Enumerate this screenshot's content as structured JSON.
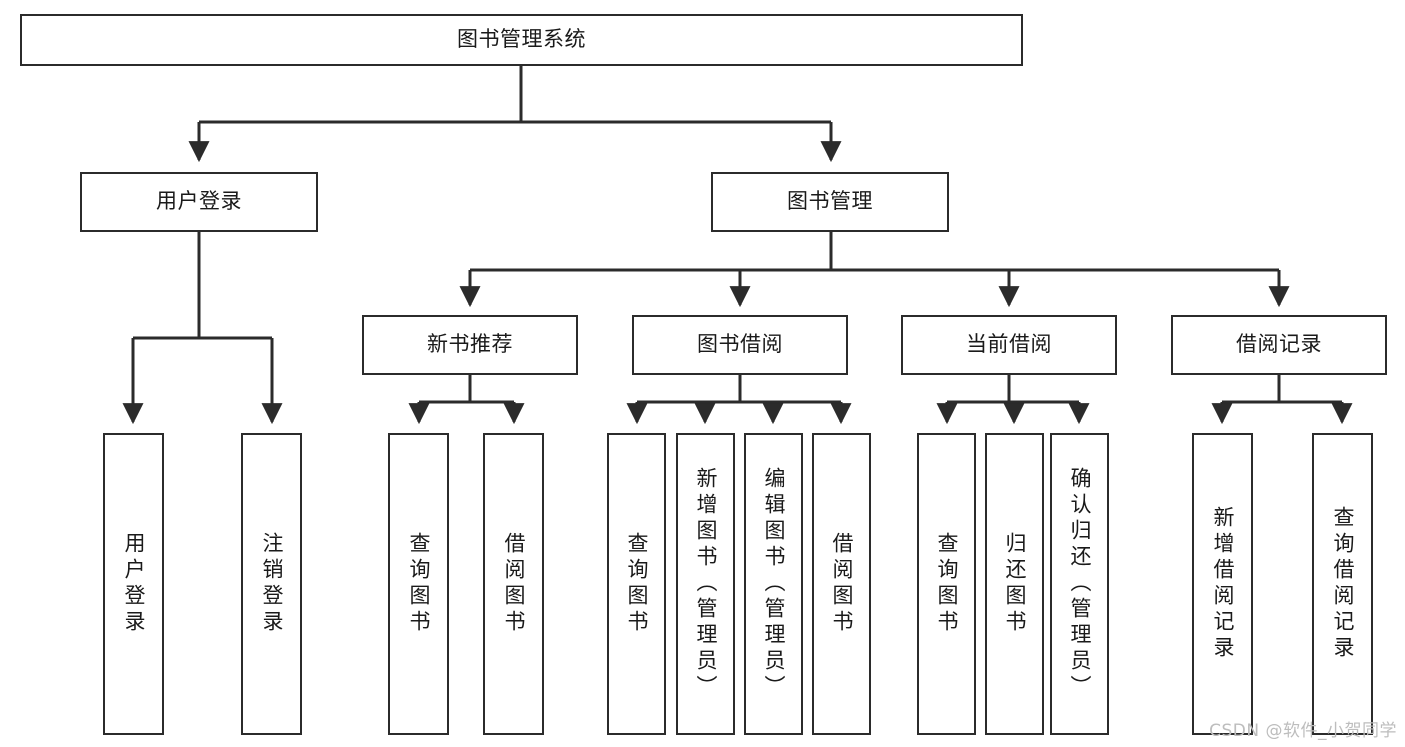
{
  "diagram": {
    "title_box": {
      "label": "图书管理系统"
    },
    "level2": [
      {
        "id": "user-login",
        "label": "用户登录"
      },
      {
        "id": "book-management",
        "label": "图书管理"
      }
    ],
    "level3": [
      {
        "id": "new-book-recommend",
        "label": "新书推荐"
      },
      {
        "id": "book-borrow",
        "label": "图书借阅"
      },
      {
        "id": "current-borrow",
        "label": "当前借阅"
      },
      {
        "id": "borrow-record",
        "label": "借阅记录"
      }
    ],
    "leaves": [
      {
        "id": "leaf-user-login",
        "label": "用户登录"
      },
      {
        "id": "leaf-logout-login",
        "label": "注销登录"
      },
      {
        "id": "leaf-query-book-1",
        "label": "查询图书"
      },
      {
        "id": "leaf-borrow-book-1",
        "label": "借阅图书"
      },
      {
        "id": "leaf-query-book-2",
        "label": "查询图书"
      },
      {
        "id": "leaf-add-book-admin",
        "label": "新增图书（管理员）"
      },
      {
        "id": "leaf-edit-book-admin",
        "label": "编辑图书（管理员）"
      },
      {
        "id": "leaf-borrow-book-2",
        "label": "借阅图书"
      },
      {
        "id": "leaf-query-book-3",
        "label": "查询图书"
      },
      {
        "id": "leaf-return-book",
        "label": "归还图书"
      },
      {
        "id": "leaf-confirm-return-admin",
        "label": "确认归还（管理员）"
      },
      {
        "id": "leaf-add-borrow-record",
        "label": "新增借阅记录"
      },
      {
        "id": "leaf-query-borrow-record",
        "label": "查询借阅记录"
      }
    ],
    "watermark": "CSDN @软件_小贺同学",
    "colors": {
      "box_border": "#2b2b2b",
      "box_fill": "#ffffff",
      "edge": "#2b2b2b",
      "text": "#1a1a1a",
      "watermark": "#bdbdbd"
    }
  }
}
